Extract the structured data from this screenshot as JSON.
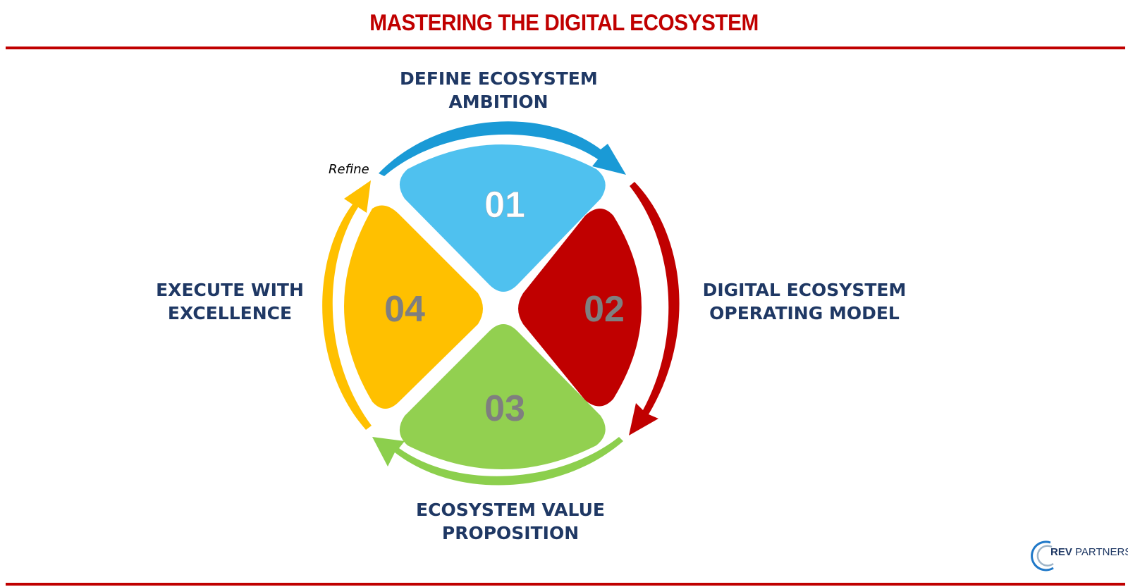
{
  "title": "MASTERING THE DIGITAL ECOSYSTEM",
  "refine_label": "Refine",
  "colors": {
    "title_red": "#c00000",
    "label_navy": "#1f3864",
    "quadrant_01": "#4fc1ef",
    "quadrant_02": "#c00000",
    "quadrant_03": "#92d050",
    "quadrant_04": "#ffc000",
    "arrow_01": "#1a9ad6",
    "arrow_02": "#c00000",
    "arrow_03": "#8ccf4d",
    "arrow_04": "#ffc000",
    "number_grey": "#7f7f7f"
  },
  "steps": [
    {
      "number": "01",
      "line1": "DEFINE ECOSYSTEM",
      "line2": "AMBITION"
    },
    {
      "number": "02",
      "line1": "DIGITAL ECOSYSTEM",
      "line2": "OPERATING MODEL"
    },
    {
      "number": "03",
      "line1": "ECOSYSTEM VALUE",
      "line2": "PROPOSITION"
    },
    {
      "number": "04",
      "line1": "EXECUTE WITH",
      "line2": "EXCELLENCE"
    }
  ],
  "logo": {
    "brand": "REV",
    "rest": " PARTNERS"
  }
}
